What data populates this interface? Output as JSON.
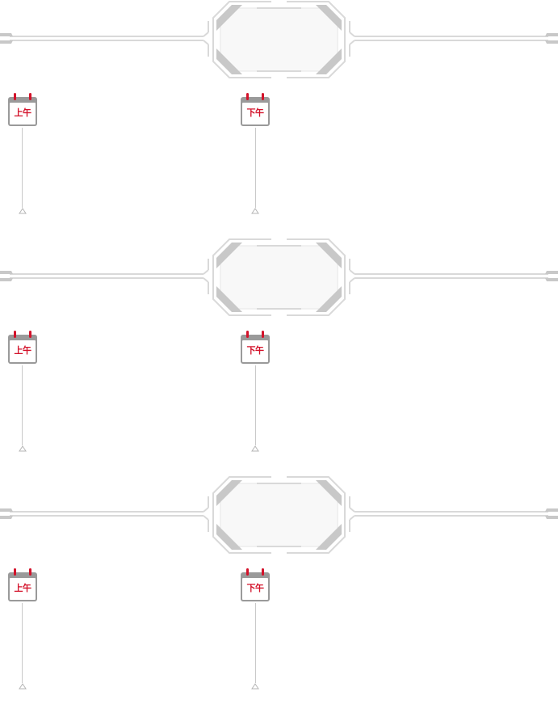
{
  "sections": [
    {
      "morning": {
        "label": "上午",
        "icon": "calendar-icon"
      },
      "afternoon": {
        "label": "下午",
        "icon": "calendar-icon"
      }
    },
    {
      "morning": {
        "label": "上午",
        "icon": "calendar-icon"
      },
      "afternoon": {
        "label": "下午",
        "icon": "calendar-icon"
      }
    },
    {
      "morning": {
        "label": "上午",
        "icon": "calendar-icon"
      },
      "afternoon": {
        "label": "下午",
        "icon": "calendar-icon"
      }
    }
  ],
  "colors": {
    "accent": "#d3122a",
    "frame": "#d9d9d9",
    "frame_dark": "#c8c8c8",
    "panel_fill": "#f8f8f8",
    "calendar_body": "#9a9a9a",
    "line": "#c9c9c9"
  }
}
